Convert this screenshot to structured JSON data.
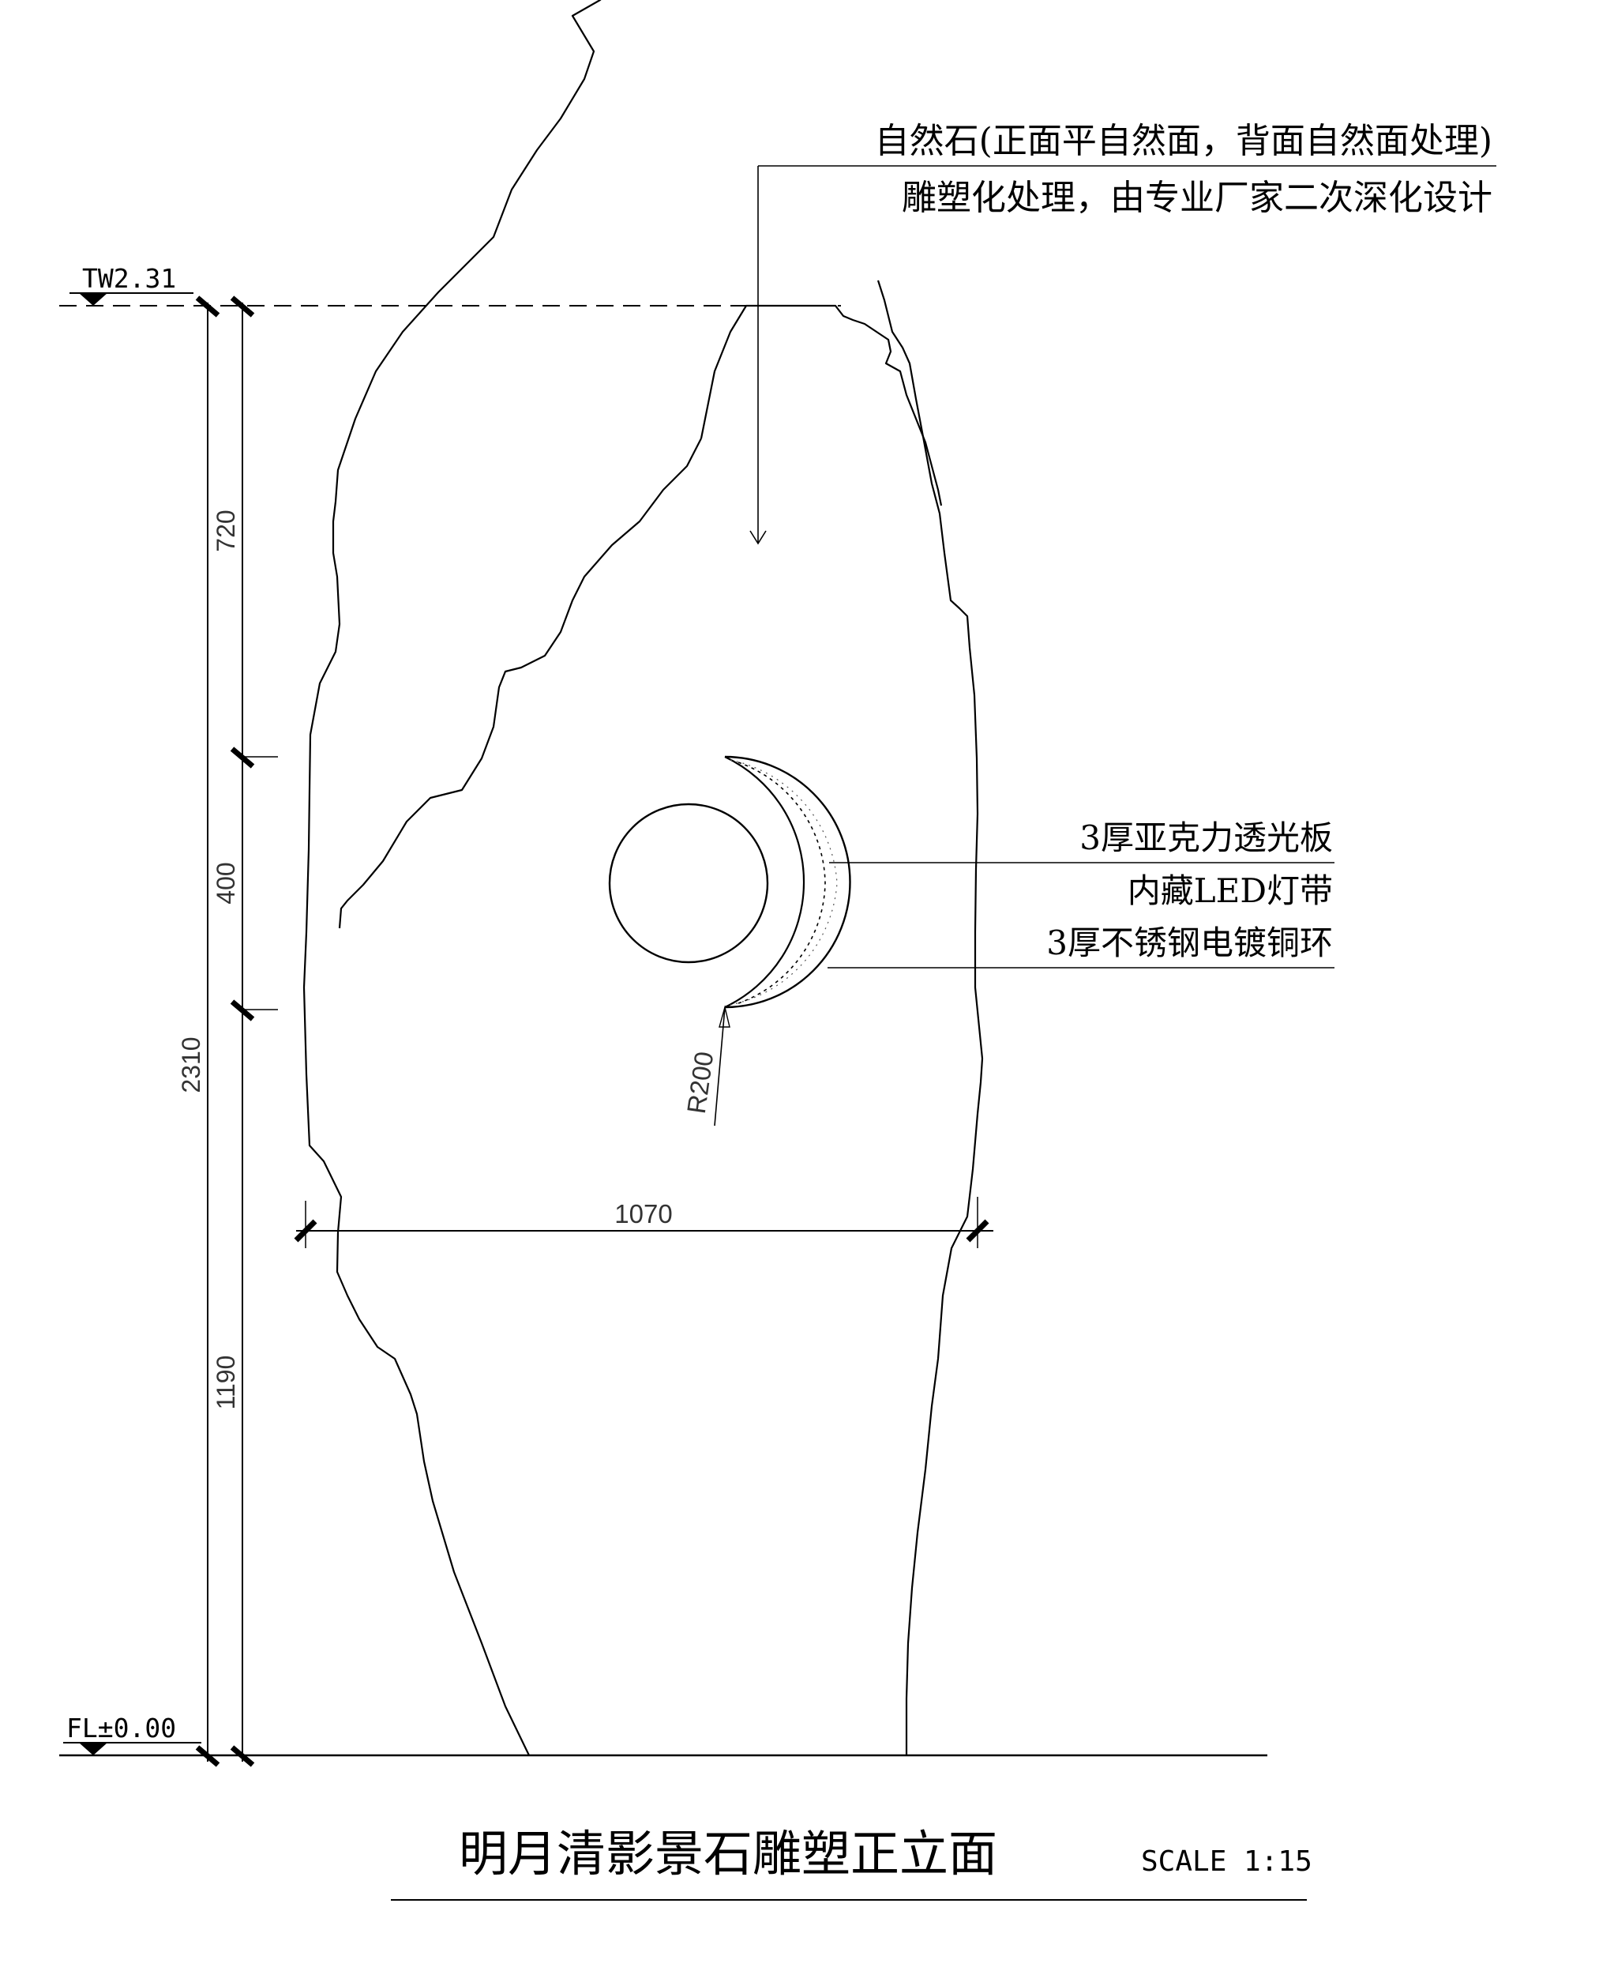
{
  "drawing": {
    "title": "明月清影景石雕塑正立面",
    "scale": "SCALE 1:15",
    "colors": {
      "line": "#000000",
      "dim_text": "#333333",
      "background": "#ffffff"
    }
  },
  "levels": {
    "top": "TW2.31",
    "floor": "FL±0.00"
  },
  "dimensions": {
    "total_height": "2310",
    "upper_segment": "720",
    "ring_segment": "400",
    "lower_segment": "1190",
    "width": "1070",
    "ring_radius": "R200"
  },
  "annotations": {
    "stone_line1": "自然石(正面平自然面，背面自然面处理)",
    "stone_line2": "雕塑化处理，由专业厂家二次深化设计",
    "acrylic": "3厚亚克力透光板",
    "led": "内藏LED灯带",
    "steel_ring": "3厚不锈钢电镀铜环"
  }
}
